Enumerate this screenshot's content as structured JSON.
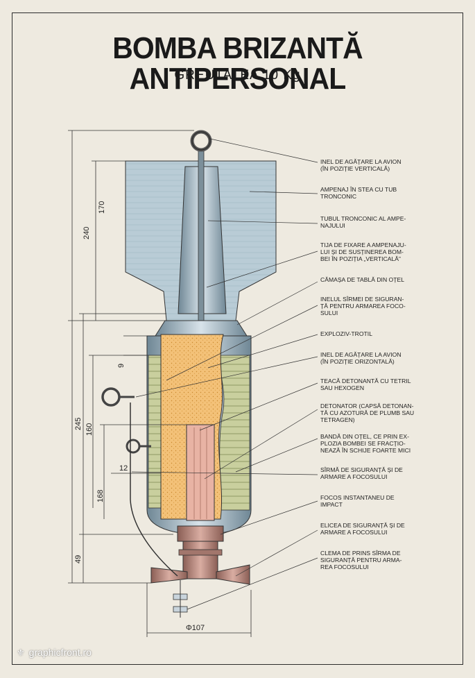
{
  "header": {
    "title": "BOMBA BRIZANTĂ ANTIPERSONAL",
    "subtitle": "GREUTATEA 10 Kg"
  },
  "labels": [
    {
      "id": "ring-vertical",
      "lines": [
        "INEL DE AGĂȚARE LA AVION",
        "(ÎN POZIȚIE VERTICALĂ)"
      ]
    },
    {
      "id": "tail-fin",
      "lines": [
        "AMPENAJ ÎN STEA CU TUB",
        "TRONCONIC"
      ]
    },
    {
      "id": "conical-tube",
      "lines": [
        "TUBUL TRONCONIC AL AMPE-",
        "NAJULUI"
      ]
    },
    {
      "id": "fixing-rod",
      "lines": [
        "TIJA DE FIXARE A AMPENAJU-",
        "LUI ȘI DE SUSȚINEREA BOM-",
        "BEI ÎN POZIȚIA „VERTICALĂ”"
      ]
    },
    {
      "id": "steel-jacket",
      "lines": [
        "CĂMAȘA DE TABLĂ DIN OȚEL"
      ]
    },
    {
      "id": "safety-wire-ring",
      "lines": [
        "INELUL SÎRMEI DE SIGURAN-",
        "ȚĂ PENTRU ARMAREA FOCO-",
        "SULUI"
      ]
    },
    {
      "id": "explosive",
      "lines": [
        "EXPLOZIV-TROTIL"
      ]
    },
    {
      "id": "ring-horizontal",
      "lines": [
        "INEL DE AGĂȚARE LA AVION",
        "(ÎN POZIȚIE ORIZONTALĂ)"
      ]
    },
    {
      "id": "detonating-sleeve",
      "lines": [
        "TEACĂ DETONANTĂ CU TETRIL",
        "SAU HEXOGEN"
      ]
    },
    {
      "id": "detonator",
      "lines": [
        "DETONATOR (CAPSĂ DETONAN-",
        "TĂ CU AZOTURĂ DE PLUMB SAU",
        "TETRAGEN)"
      ]
    },
    {
      "id": "steel-band",
      "lines": [
        "BANDĂ DIN OȚEL, CE PRIN EX-",
        "PLOZIA BOMBEI SE FRACȚIO-",
        "NEAZĂ ÎN SCHIJE FOARTE MICI"
      ]
    },
    {
      "id": "safety-wire",
      "lines": [
        "SÎRMĂ DE SIGURANȚĂ ȘI DE",
        "ARMARE A FOCOSULUI"
      ]
    },
    {
      "id": "impact-fuze",
      "lines": [
        "FOCOS INSTANTANEU DE",
        "IMPACT"
      ]
    },
    {
      "id": "safety-propeller",
      "lines": [
        "ELICEA DE SIGURANȚĂ ȘI DE",
        "ARMARE A FOCOSULUI"
      ]
    },
    {
      "id": "wire-clamp",
      "lines": [
        "CLEMA DE PRINS SÎRMA DE",
        "SIGURANȚĂ PENTRU ARMA-",
        "REA FOCOSULUI"
      ]
    }
  ],
  "dimensions": {
    "d240": "240",
    "d170": "170",
    "d245": "245",
    "d160": "160",
    "d168": "168",
    "d49": "49",
    "d9": "9",
    "d12": "12",
    "d107": "Φ107"
  },
  "watermark": "graphicfront.ro",
  "colors": {
    "fin": "#b9ccd6",
    "explosive": "#f3c178",
    "jacket": "#c9cf9e",
    "steel": "#8fa8b5",
    "detonator": "#e8b3a4",
    "fuze": "#b58a80"
  }
}
